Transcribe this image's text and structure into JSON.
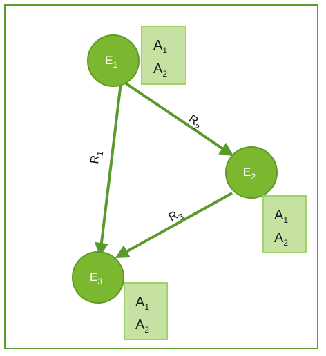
{
  "colors": {
    "frame": "#5f9a2e",
    "entity_fill": "#7cb82f",
    "entity_stroke": "#5e9a23",
    "arrow": "#5a9a2a",
    "attr_fill": "#c6e2a3",
    "attr_stroke": "#9ed36a"
  },
  "entities": [
    {
      "id": "e1",
      "base": "E",
      "sub": "1"
    },
    {
      "id": "e2",
      "base": "E",
      "sub": "2"
    },
    {
      "id": "e3",
      "base": "E",
      "sub": "3"
    }
  ],
  "attributes": [
    {
      "entity": "e1",
      "lines": [
        {
          "base": "A",
          "sub": "1"
        },
        {
          "base": "A",
          "sub": "2"
        }
      ]
    },
    {
      "entity": "e2",
      "lines": [
        {
          "base": "A",
          "sub": "1"
        },
        {
          "base": "A",
          "sub": "2"
        }
      ]
    },
    {
      "entity": "e3",
      "lines": [
        {
          "base": "A",
          "sub": "1"
        },
        {
          "base": "A",
          "sub": "2"
        }
      ]
    }
  ],
  "relations": [
    {
      "id": "r1",
      "from": "e1",
      "to": "e3",
      "base": "R",
      "sub": "1"
    },
    {
      "id": "r2",
      "from": "e1",
      "to": "e2",
      "base": "R",
      "sub": "2"
    },
    {
      "id": "r3",
      "from": "e2",
      "to": "e3",
      "base": "R",
      "sub": "3"
    }
  ]
}
